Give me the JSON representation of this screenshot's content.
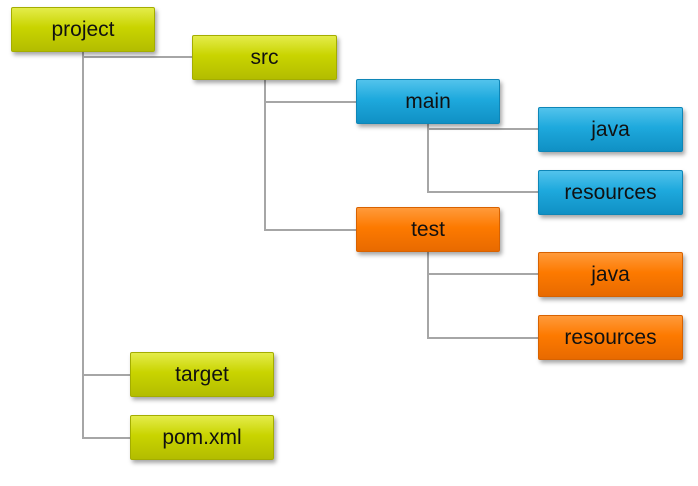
{
  "colors": {
    "lime": "#c9d400",
    "blue": "#1ea9dd",
    "orange": "#fd7a00",
    "connector": "#a6a6a6"
  },
  "tree": {
    "root": "project",
    "src": "src",
    "main": "main",
    "main_java": "java",
    "main_resources": "resources",
    "test": "test",
    "test_java": "java",
    "test_resources": "resources",
    "target": "target",
    "pom": "pom.xml"
  }
}
